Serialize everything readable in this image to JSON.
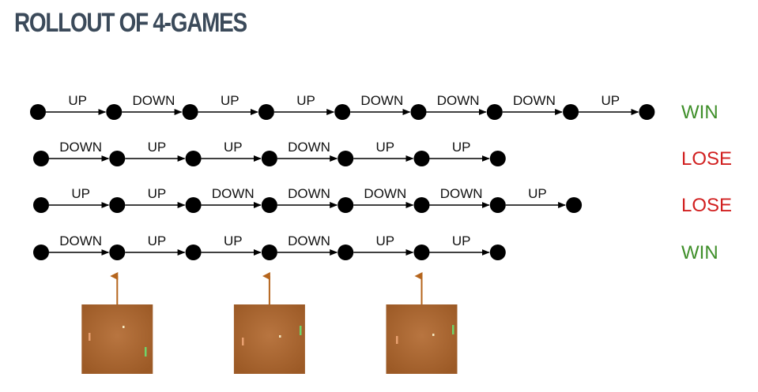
{
  "title": "ROLLOUT OF 4-GAMES",
  "colors": {
    "win": "#3f8f2a",
    "lose": "#d11f1f",
    "arrow_up": "#b5651d",
    "screen": "#a8652f"
  },
  "rollouts": [
    {
      "actions": [
        "UP",
        "DOWN",
        "UP",
        "UP",
        "DOWN",
        "DOWN",
        "DOWN",
        "UP"
      ],
      "outcome": "WIN"
    },
    {
      "actions": [
        "DOWN",
        "UP",
        "UP",
        "DOWN",
        "UP",
        "UP"
      ],
      "outcome": "LOSE"
    },
    {
      "actions": [
        "UP",
        "UP",
        "DOWN",
        "DOWN",
        "DOWN",
        "DOWN",
        "UP"
      ],
      "outcome": "LOSE"
    },
    {
      "actions": [
        "DOWN",
        "UP",
        "UP",
        "DOWN",
        "UP",
        "UP"
      ],
      "outcome": "WIN"
    }
  ],
  "snapshots": [
    {
      "at_step": 1,
      "image": "pong-frame"
    },
    {
      "at_step": 3,
      "image": "pong-frame"
    },
    {
      "at_step": 5,
      "image": "pong-frame"
    }
  ]
}
